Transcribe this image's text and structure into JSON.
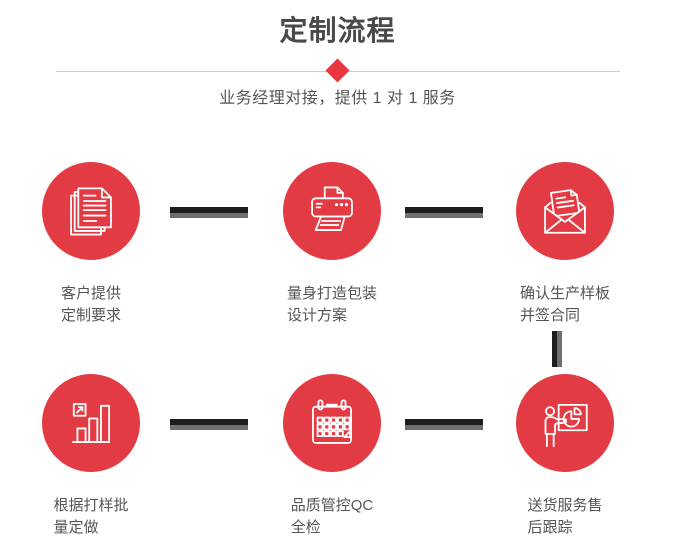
{
  "header": {
    "title": "定制流程",
    "subtitle": "业务经理对接，提供 1 对 1 服务"
  },
  "colors": {
    "accent_red": "#e23b43",
    "diamond_red": "#e8353f",
    "heading_gray": "#4a4a4a",
    "text_gray": "#555555",
    "connector_dark": "#1d1d1d",
    "connector_gray": "#6f6f6f",
    "divider_gray": "#cccccc"
  },
  "steps": [
    {
      "icon": "stacked-documents-icon",
      "label_line1": "客户提供",
      "label_line2": "定制要求"
    },
    {
      "icon": "printer-icon",
      "label_line1": "量身打造包装",
      "label_line2": "设计方案"
    },
    {
      "icon": "open-envelope-icon",
      "label_line1": "确认生产样板",
      "label_line2": "并签合同"
    },
    {
      "icon": "growth-bar-chart-icon",
      "label_line1": "根据打样批",
      "label_line2": "量定做"
    },
    {
      "icon": "calendar-icon",
      "label_line1": "品质管控QC",
      "label_line2": "全检"
    },
    {
      "icon": "presentation-icon",
      "label_line1": "送货服务售",
      "label_line2": "后跟踪"
    }
  ]
}
